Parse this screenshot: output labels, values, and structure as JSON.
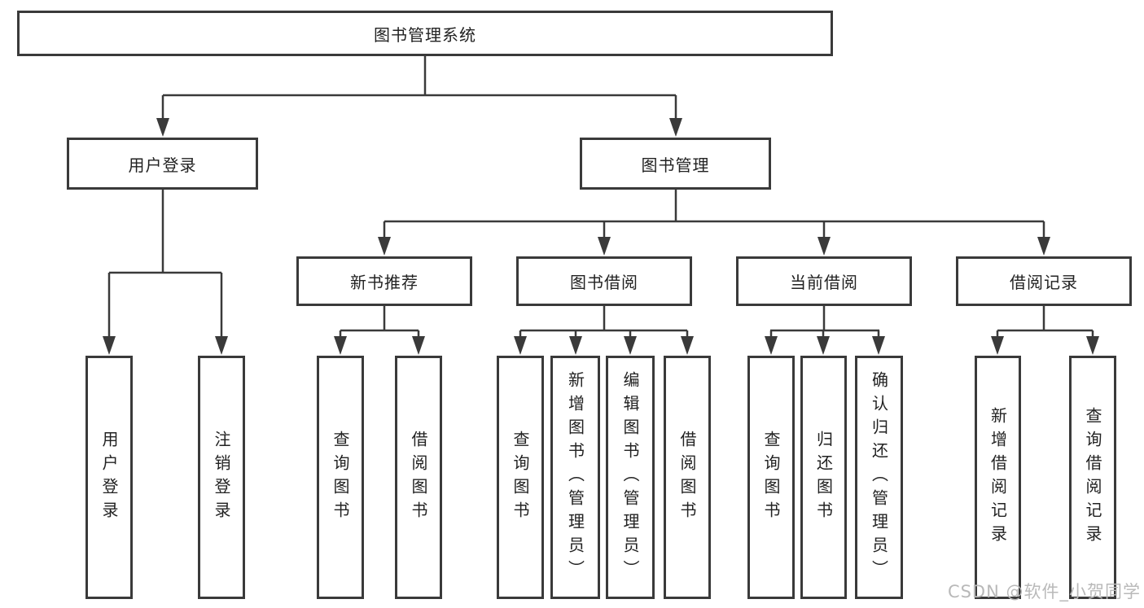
{
  "tree": {
    "label": "图书管理系统",
    "children": [
      {
        "label": "用户登录",
        "children": [
          {
            "label": "用户登录"
          },
          {
            "label": "注销登录"
          }
        ]
      },
      {
        "label": "图书管理",
        "children": [
          {
            "label": "新书推荐",
            "children": [
              {
                "label": "查询图书"
              },
              {
                "label": "借阅图书"
              }
            ]
          },
          {
            "label": "图书借阅",
            "children": [
              {
                "label": "查询图书"
              },
              {
                "label": "新增图书（管理员）"
              },
              {
                "label": "编辑图书（管理员）"
              },
              {
                "label": "借阅图书"
              }
            ]
          },
          {
            "label": "当前借阅",
            "children": [
              {
                "label": "查询图书"
              },
              {
                "label": "归还图书"
              },
              {
                "label": "确认归还（管理员）"
              }
            ]
          },
          {
            "label": "借阅记录",
            "children": [
              {
                "label": "新增借阅记录"
              },
              {
                "label": "查询借阅记录"
              }
            ]
          }
        ]
      }
    ]
  },
  "watermark": {
    "text": "CSDN @软件_小贺同学"
  },
  "colors": {
    "line": "#3a3a3a",
    "ink": "#222222",
    "wm": "#b9b9b9",
    "bg": "#ffffff"
  }
}
